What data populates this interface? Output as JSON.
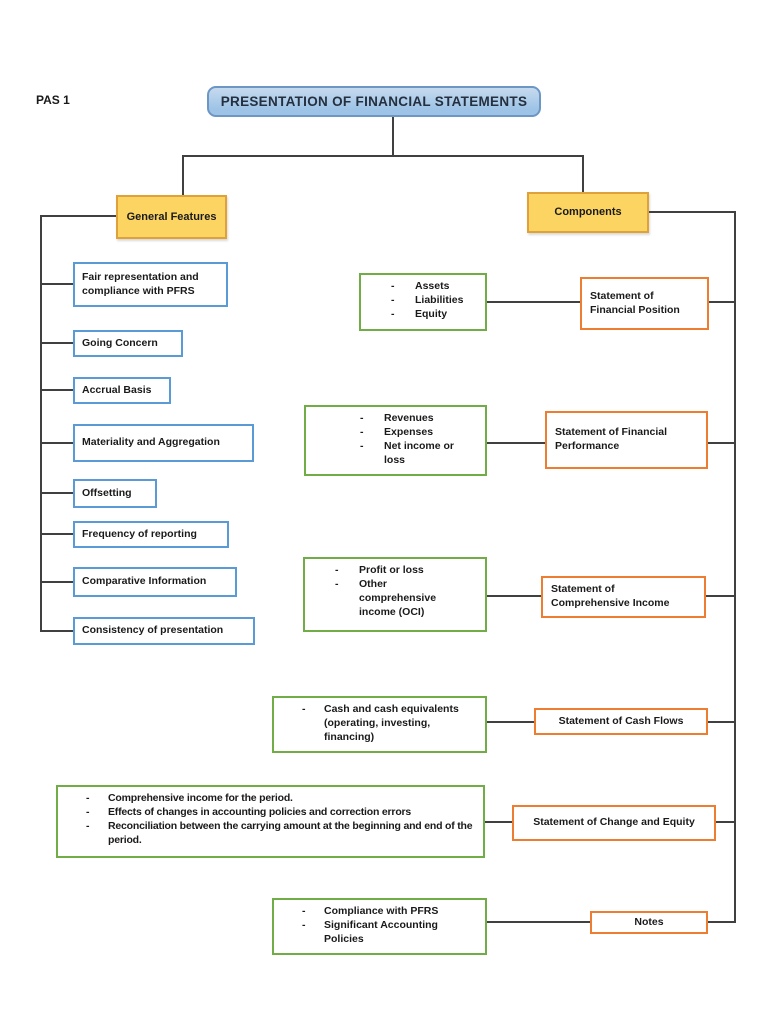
{
  "page_label": "PAS 1",
  "title": "PRESENTATION OF FINANCIAL STATEMENTS",
  "ui": {
    "bullet_char": "-"
  },
  "general_features": {
    "label": "General Features",
    "items": [
      "Fair representation and compliance with PFRS",
      "Going Concern",
      "Accrual Basis",
      "Materiality and Aggregation",
      "Offsetting",
      "Frequency of reporting",
      "Comparative Information",
      "Consistency of presentation"
    ]
  },
  "components": {
    "label": "Components",
    "rows": [
      {
        "bullets": [
          "Assets",
          "Liabilities",
          "Equity"
        ],
        "statement": "Statement of Financial Position"
      },
      {
        "bullets": [
          "Revenues",
          "Expenses",
          "Net income or loss"
        ],
        "statement": "Statement of Financial Performance"
      },
      {
        "bullets": [
          "Profit or loss",
          "Other comprehensive income (OCI)"
        ],
        "statement": "Statement of Comprehensive Income"
      },
      {
        "bullets": [
          "Cash and cash equivalents (operating, investing, financing)"
        ],
        "statement": "Statement of Cash Flows"
      },
      {
        "bullets": [
          "Comprehensive income for the period.",
          "Effects of changes in accounting policies and correction errors",
          "Reconciliation between the carrying amount at the beginning and end of the period."
        ],
        "statement": "Statement of Change and Equity"
      },
      {
        "bullets": [
          "Compliance with PFRS",
          "Significant Accounting Policies"
        ],
        "statement": "Notes"
      }
    ]
  },
  "colors": {
    "line": "#404040",
    "text": "#1a1a1a",
    "title_fill": "#9dc3e6",
    "title_border": "#6c96c4",
    "yellow_fill": "#fcd462",
    "yellow_border": "#dfa23b",
    "blue_border": "#5b9bd5",
    "green_border": "#70ad47",
    "orange_border": "#ed7d31"
  }
}
